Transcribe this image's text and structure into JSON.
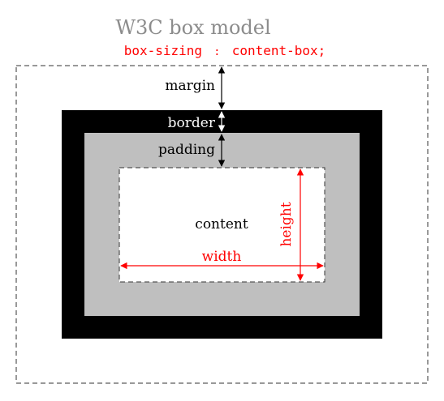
{
  "diagram": {
    "title": "W3C box model",
    "subtitle": {
      "property": "box-sizing",
      "separator": ":",
      "value": "content-box;"
    },
    "labels": {
      "margin": "margin",
      "border": "border",
      "padding": "padding",
      "content": "content",
      "width": "width",
      "height": "height"
    },
    "colors": {
      "title": "#8c8c8c",
      "accent_red": "#ff0000",
      "border_fill": "#000000",
      "padding_fill": "#bfbfbf",
      "content_fill": "#ffffff",
      "dashed_outline": "#333333",
      "text": "#000000",
      "border_text": "#ffffff"
    }
  }
}
